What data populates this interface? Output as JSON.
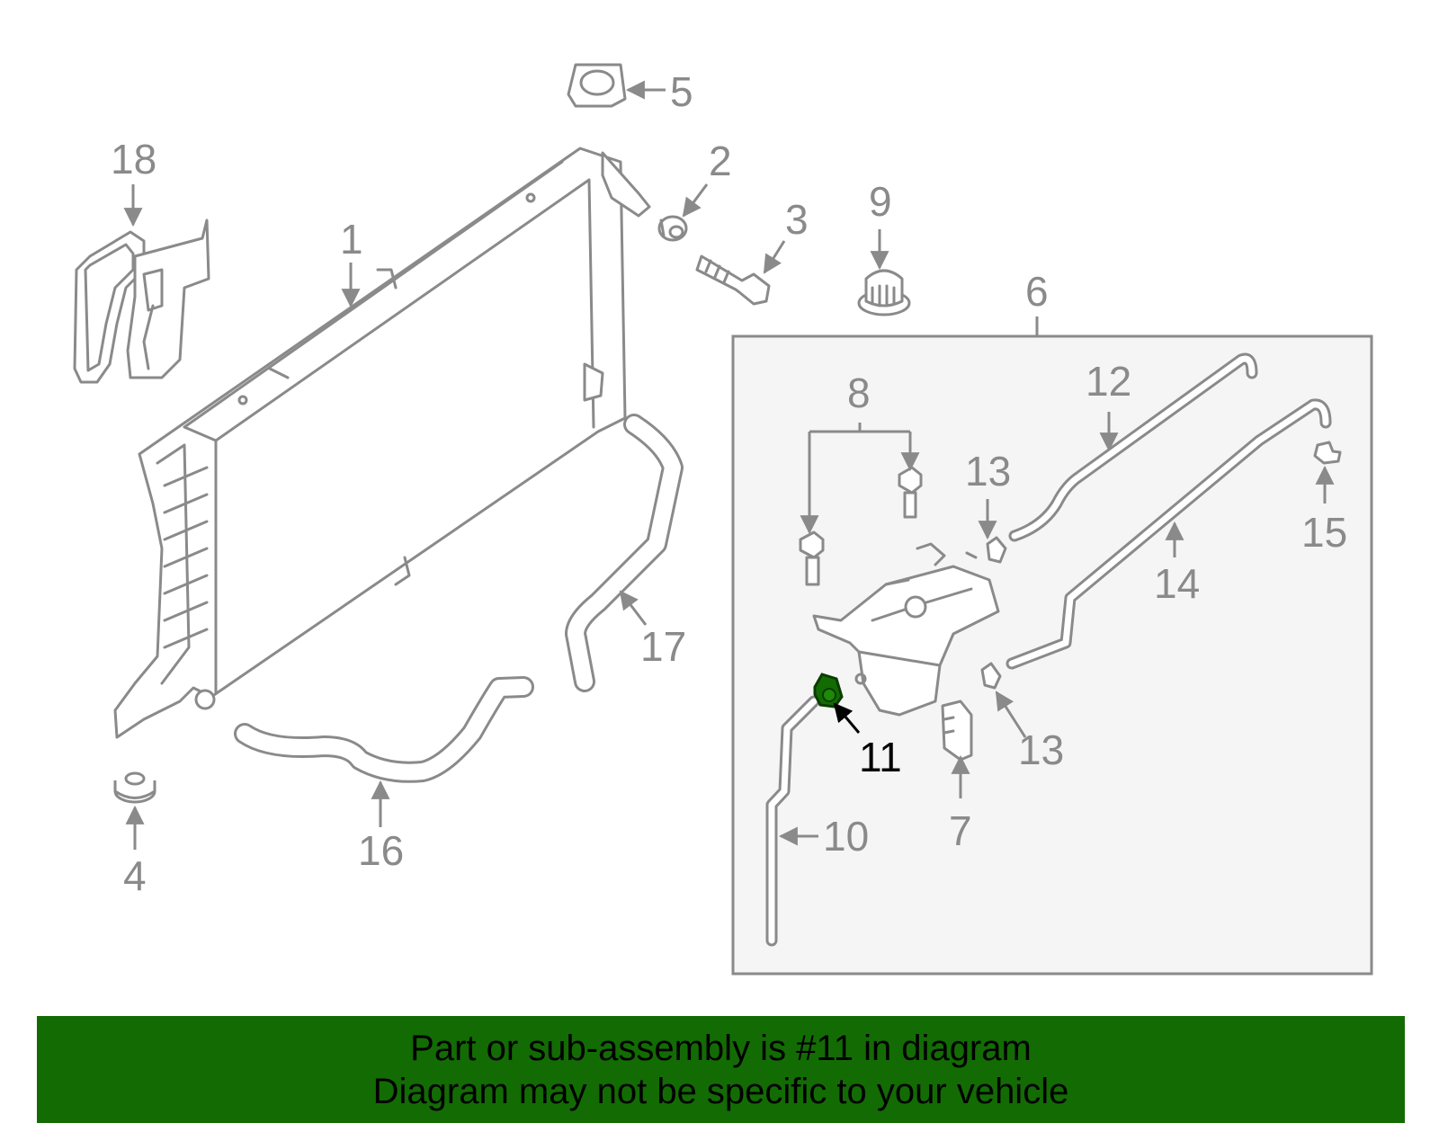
{
  "diagram": {
    "callouts": {
      "c1": "1",
      "c2": "2",
      "c3": "3",
      "c4": "4",
      "c5": "5",
      "c6": "6",
      "c7": "7",
      "c8": "8",
      "c9": "9",
      "c10": "10",
      "c11": "11",
      "c12": "12",
      "c13a": "13",
      "c13b": "13",
      "c14": "14",
      "c15": "15",
      "c16": "16",
      "c17": "17",
      "c18": "18"
    },
    "highlighted_part": "11",
    "colors": {
      "line": "#8a8a8a",
      "highlight": "#136b04",
      "banner": "#136b04",
      "box_fill": "#f5f5f5"
    }
  },
  "banner": {
    "line1": "Part or sub-assembly is #11 in diagram",
    "line2": "Diagram may not be specific to your vehicle"
  }
}
